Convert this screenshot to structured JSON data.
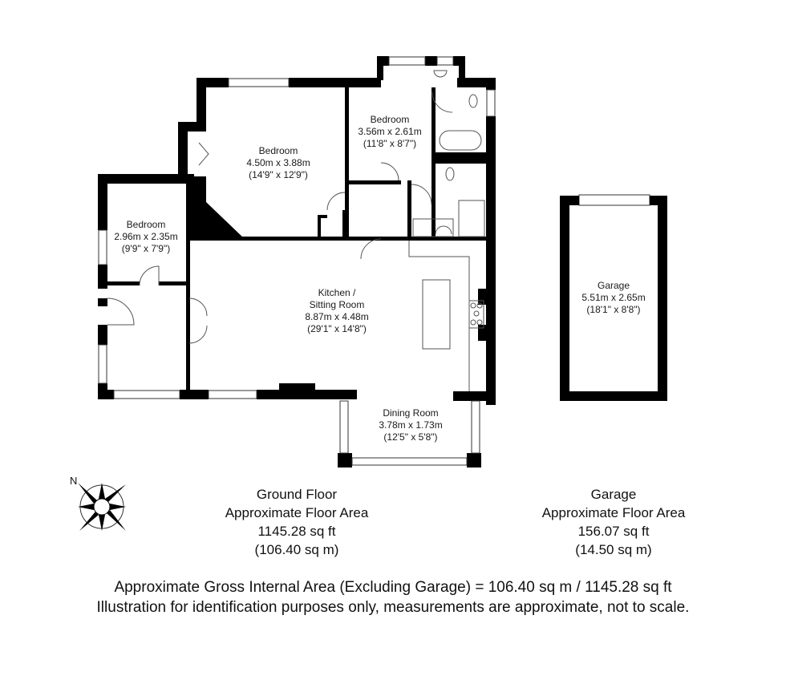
{
  "rooms": [
    {
      "id": "bedroom-1",
      "name": "Bedroom",
      "metric": "4.50m x 3.88m",
      "imperial": "(14'9\" x 12'9\")"
    },
    {
      "id": "bedroom-2",
      "name": "Bedroom",
      "metric": "3.56m x 2.61m",
      "imperial": "(11'8\" x 8'7\")"
    },
    {
      "id": "bedroom-3",
      "name": "Bedroom",
      "metric": "2.96m x 2.35m",
      "imperial": "(9'9\" x 7'9\")"
    },
    {
      "id": "kitchen-sitting-room",
      "name_line1": "Kitchen /",
      "name_line2": "Sitting Room",
      "metric": "8.87m x 4.48m",
      "imperial": "(29'1\" x 14'8\")"
    },
    {
      "id": "dining-room",
      "name": "Dining Room",
      "metric": "3.78m x 1.73m",
      "imperial": "(12'5\" x 5'8\")"
    },
    {
      "id": "garage",
      "name": "Garage",
      "metric": "5.51m x 2.65m",
      "imperial": "(18'1\" x 8'8\")"
    }
  ],
  "compass": {
    "north_label": "N",
    "icon": "compass-rose-icon"
  },
  "areas": {
    "ground_floor": {
      "title": "Ground Floor",
      "subtitle": "Approximate Floor Area",
      "sq_ft": "1145.28 sq ft",
      "sq_m": "(106.40 sq m)"
    },
    "garage": {
      "title": "Garage",
      "subtitle": "Approximate Floor Area",
      "sq_ft": "156.07 sq ft",
      "sq_m": "(14.50 sq m)"
    }
  },
  "footer": {
    "gross_area": "Approximate Gross Internal Area (Excluding Garage) = 106.40 sq m / 1145.28 sq ft",
    "disclaimer": "Illustration for identification purposes only, measurements are approximate, not to scale."
  },
  "colors": {
    "wall": "#000000",
    "background": "#ffffff",
    "fixture_line": "#555555"
  }
}
